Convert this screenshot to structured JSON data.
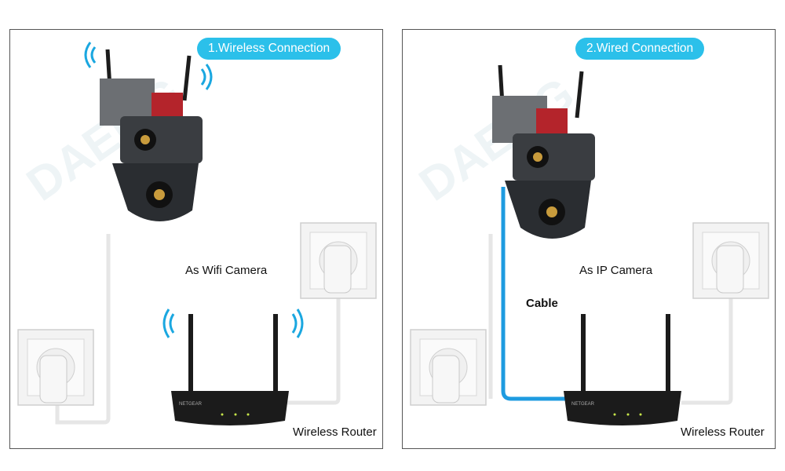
{
  "panels": [
    {
      "title": "1.Wireless Connection",
      "camera_label": "As Wifi Camera",
      "router_label": "Wireless Router",
      "router_brand": "NETGEAR"
    },
    {
      "title": "2.Wired Connection",
      "camera_label": "As IP Camera",
      "cable_label": "Cable",
      "router_label": "Wireless Router",
      "router_brand": "NETGEAR"
    }
  ],
  "watermark": "DAEMG",
  "colors": {
    "accent": "#2bc0ea",
    "cable": "#1e9be0",
    "power_cord": "#f2f2f2",
    "camera_body": "#2a2d31",
    "router_body": "#1b1b1b",
    "wifi_wave": "#1aa7e0"
  },
  "icons": [
    "wifi-waves-icon",
    "camera-icon",
    "router-icon",
    "power-outlet-icon",
    "plug-icon"
  ]
}
